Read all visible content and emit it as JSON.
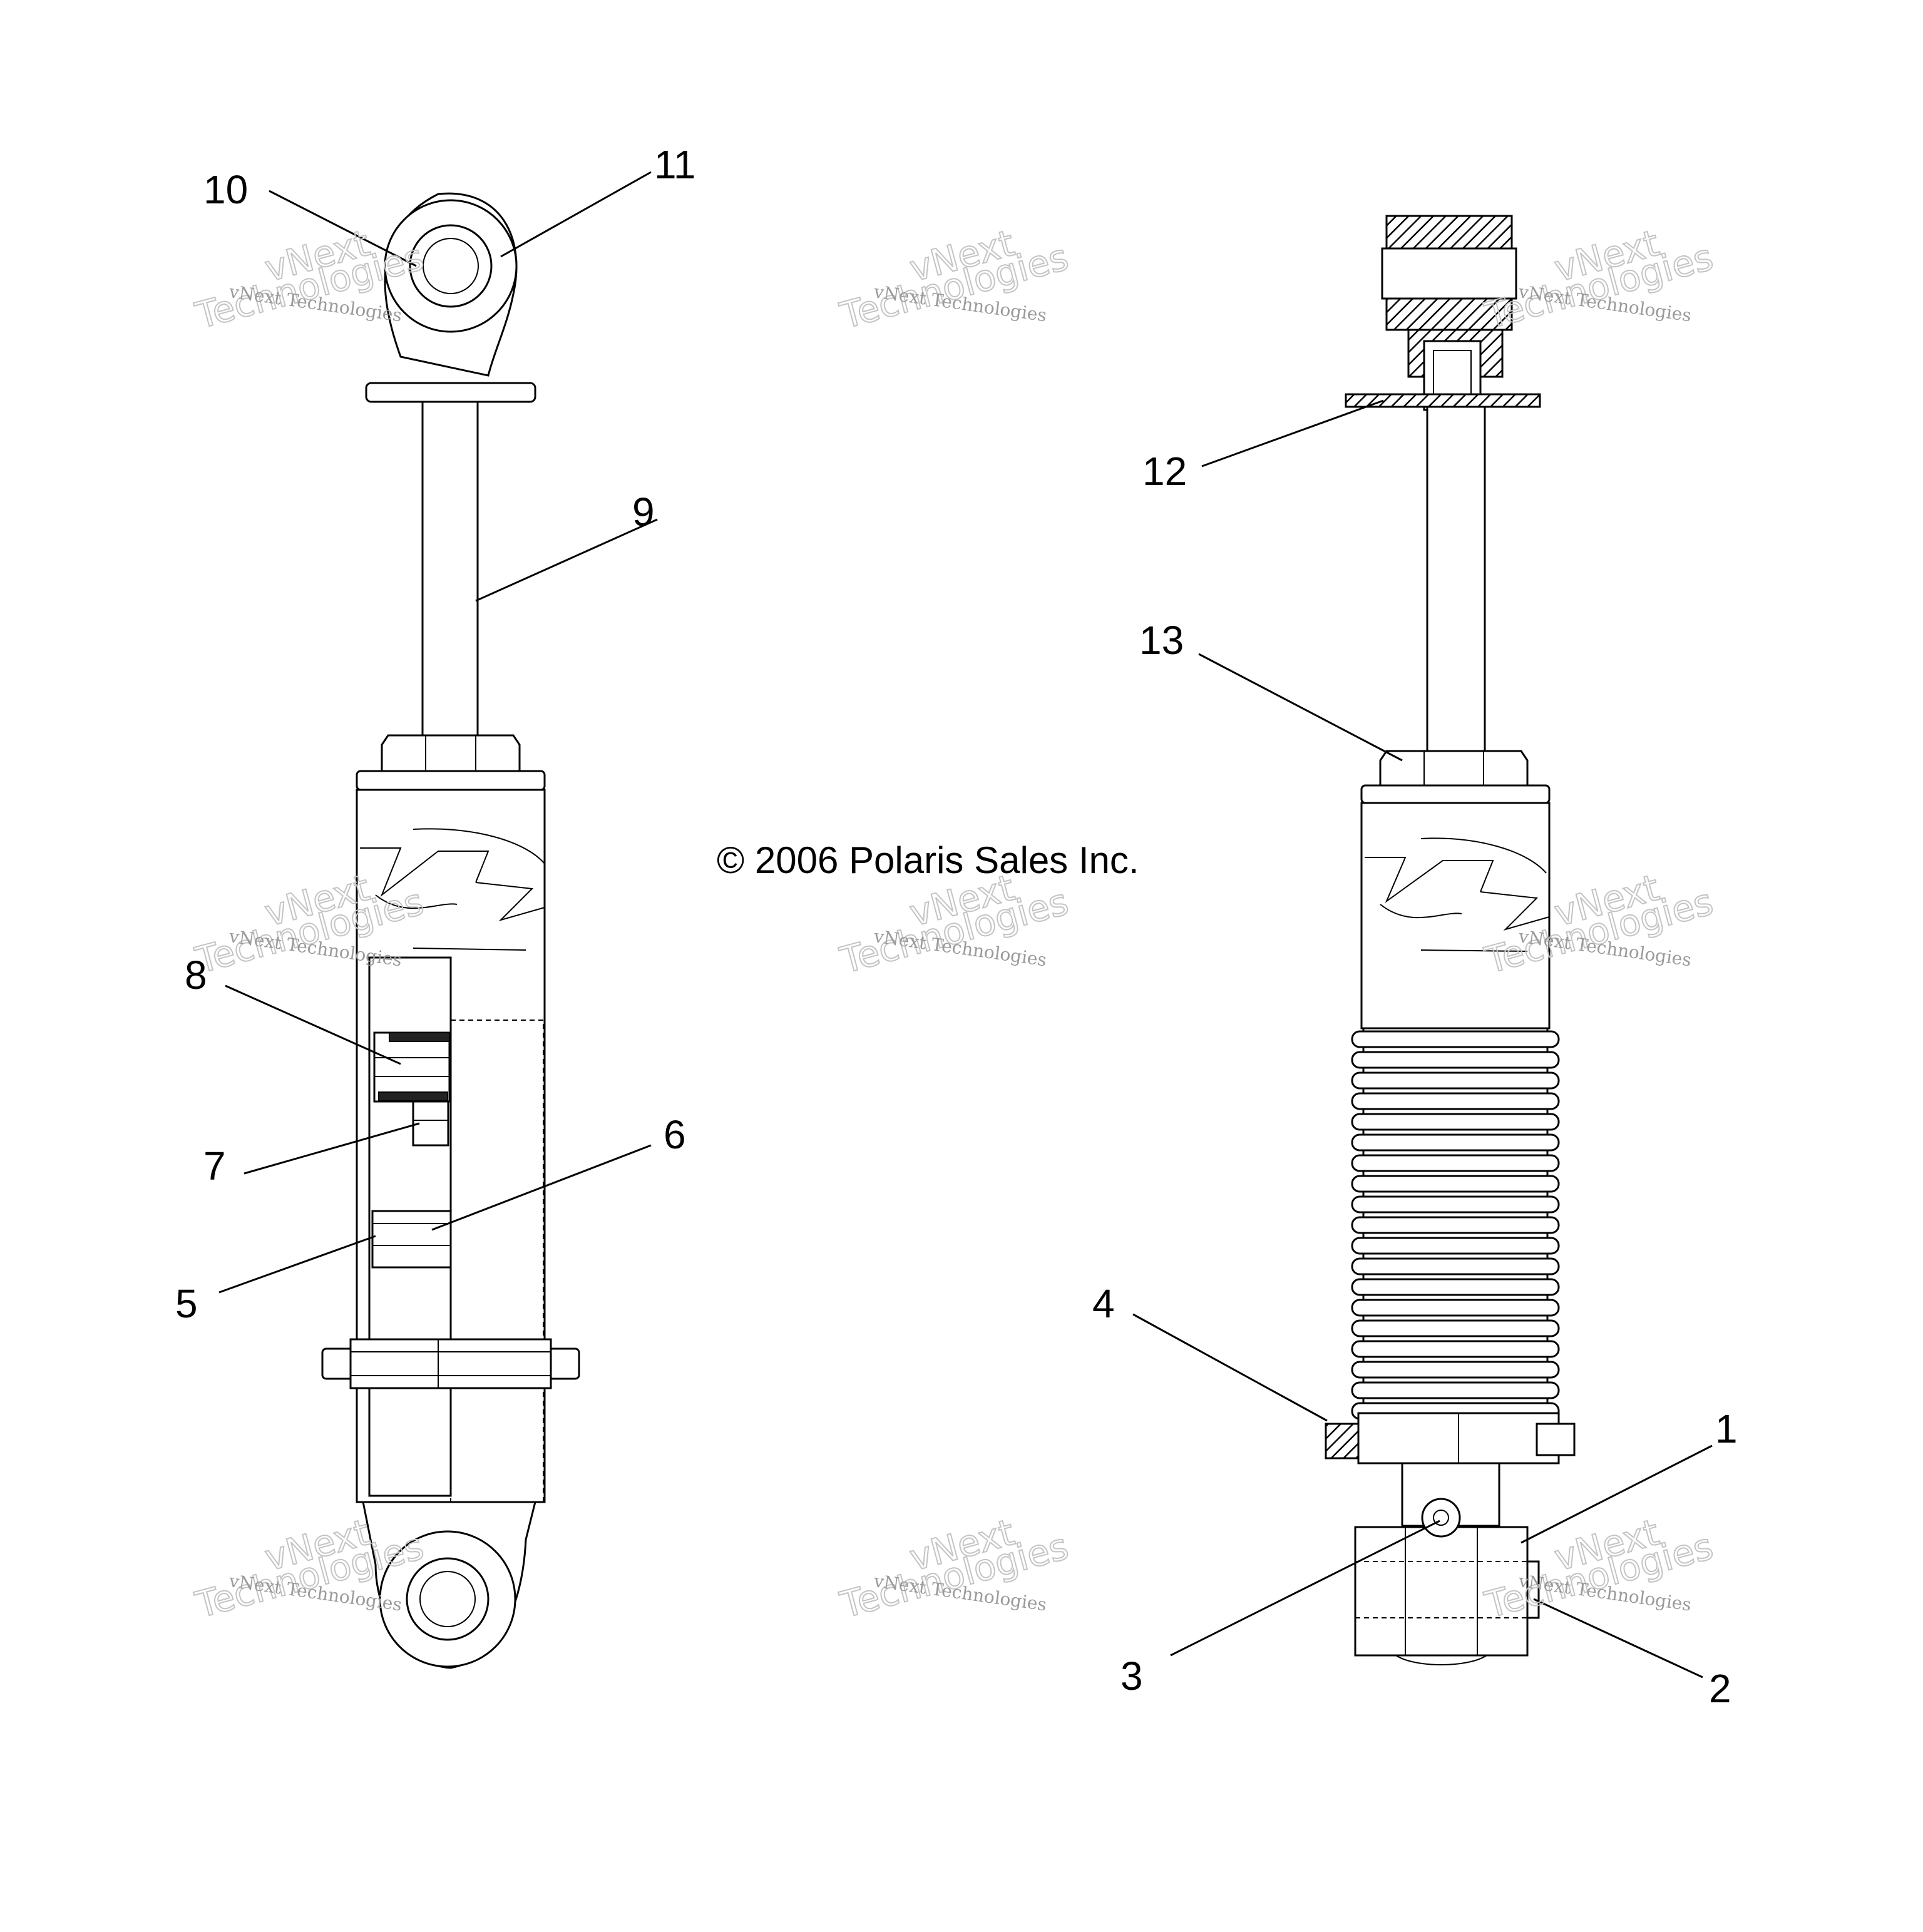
{
  "copyright": "© 2006 Polaris Sales Inc.",
  "watermark": {
    "line1": "vNext Technologies",
    "line2a": "vNext",
    "line2b": "Technologies"
  },
  "callouts": [
    "1",
    "2",
    "3",
    "4",
    "5",
    "6",
    "7",
    "8",
    "9",
    "10",
    "11",
    "12",
    "13"
  ],
  "colors": {
    "line": "#000000",
    "background": "#ffffff",
    "watermark": "#9a9a9a"
  }
}
